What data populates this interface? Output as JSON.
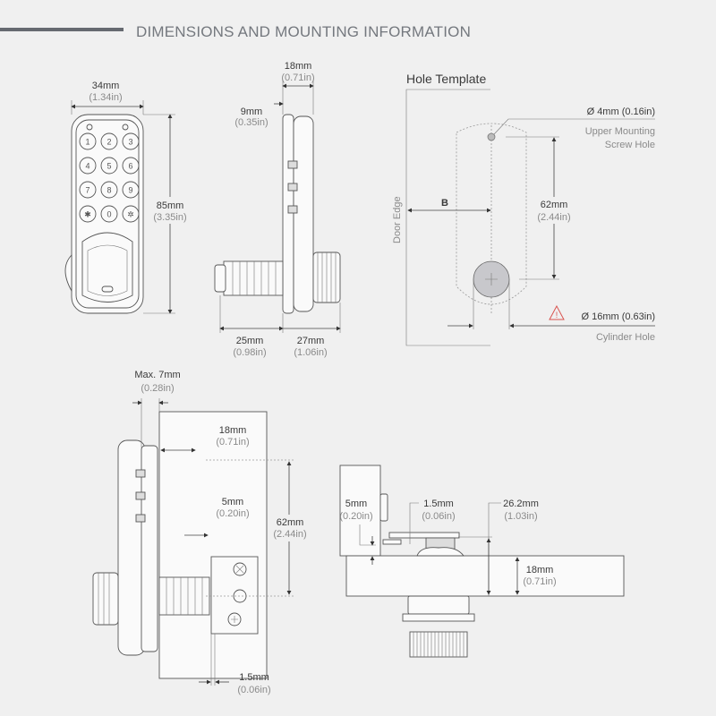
{
  "header": {
    "title": "DIMENSIONS AND MOUNTING INFORMATION"
  },
  "front_view": {
    "width_mm": "34mm",
    "width_in": "(1.34in)",
    "height_mm": "85mm",
    "height_in": "(3.35in)",
    "keys": [
      "1",
      "2",
      "3",
      "4",
      "5",
      "6",
      "7",
      "8",
      "9",
      "✱",
      "0",
      "✲"
    ]
  },
  "side_view": {
    "depth_mm": "18mm",
    "depth_in": "(0.71in)",
    "face_mm": "9mm",
    "face_in": "(0.35in)",
    "cyl_mm": "25mm",
    "cyl_in": "(0.98in)",
    "knob_mm": "27mm",
    "knob_in": "(1.06in)"
  },
  "hole_template": {
    "title": "Hole Template",
    "door_edge": "Door Edge",
    "b_label": "B",
    "screw_dia": "Ø 4mm (0.16in)",
    "screw_label_1": "Upper Mounting",
    "screw_label_2": "Screw Hole",
    "spacing_mm": "62mm",
    "spacing_in": "(2.44in)",
    "cyl_dia": "Ø 16mm (0.63in)",
    "cyl_label": "Cylinder Hole",
    "warning_color": "#d9534f"
  },
  "mounting_side": {
    "max_mm": "Max. 7mm",
    "max_in": "(0.28in)",
    "door_mm": "18mm",
    "door_in": "(0.71in)",
    "gap_mm": "5mm",
    "gap_in": "(0.20in)",
    "spacing_mm": "62mm",
    "spacing_in": "(2.44in)",
    "cam_mm": "1.5mm",
    "cam_in": "(0.06in)"
  },
  "mounting_top": {
    "gap_mm": "5mm",
    "gap_in": "(0.20in)",
    "cam_mm": "1.5mm",
    "cam_in": "(0.06in)",
    "total_mm": "26.2mm",
    "total_in": "(1.03in)",
    "door_mm": "18mm",
    "door_in": "(0.71in)"
  }
}
